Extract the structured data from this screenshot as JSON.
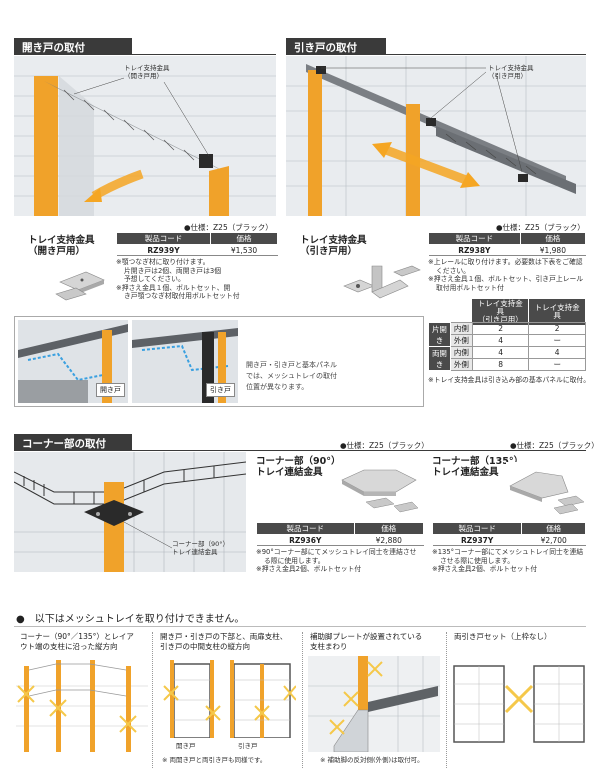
{
  "sec1": {
    "title": "開き戸の取付",
    "callout": [
      "トレイ支持金具",
      "（開き戸用）"
    ],
    "spec": "●仕様：Z25（ブラック）",
    "product_title": [
      "トレイ支持金具",
      "（開き戸用）"
    ],
    "table_headers": [
      "製品コード",
      "価格"
    ],
    "code": "RZ939Y",
    "price": "¥1,530",
    "notes": [
      "※顎つなぎ材に取り付けます。",
      "片開き戸は2個、両開き戸は3個",
      "予想してください。",
      "※押さえ金具１個、ボルトセット、開",
      "き戸顎つなぎ材取付用ボルトセット付"
    ]
  },
  "sec2": {
    "title": "引き戸の取付",
    "callout": [
      "トレイ支持金具",
      "（引き戸用）"
    ],
    "spec": "●仕様：Z25（ブラック）",
    "product_title": [
      "トレイ支持金具",
      "（引き戸用）"
    ],
    "table_headers": [
      "製品コード",
      "価格"
    ],
    "code": "RZ938Y",
    "price": "¥1,980",
    "notes": [
      "※上レールに取り付けます。必要数は下表をご確認",
      "ください。",
      "※押さえ金具１個、ボルトセット、引き戸上レール",
      "取付用ボルトセット付"
    ],
    "matrix": {
      "col1": [
        "トレイ支持金具",
        "（引き戸用）"
      ],
      "col2": "トレイ支持金具",
      "rows": [
        {
          "group": "片開き",
          "side": "内側",
          "a": "2",
          "b": "2"
        },
        {
          "group": "",
          "side": "外側",
          "a": "4",
          "b": "ー"
        },
        {
          "group": "両開き",
          "side": "内側",
          "a": "4",
          "b": "4"
        },
        {
          "group": "",
          "side": "外側",
          "a": "8",
          "b": "ー"
        }
      ],
      "note": "※トレイ支持金具は引き込み部の基本パネルに取付。"
    }
  },
  "compare": {
    "tag1": "開き戸",
    "tag2": "引き戸",
    "text": [
      "開き戸・引き戸と基本パネル",
      "では、メッシュトレイの取付",
      "位置が異なります。"
    ]
  },
  "sec3": {
    "title": "コーナー部の取付",
    "callout": [
      "コーナー部（90°）",
      "トレイ連結金具"
    ],
    "p1": {
      "spec": "●仕様：Z25（ブラック）",
      "title": [
        "コーナー部（90°）",
        "トレイ連結金具"
      ],
      "headers": [
        "製品コード",
        "価格"
      ],
      "code": "RZ936Y",
      "price": "¥2,880",
      "notes": [
        "※90°コーナー部にてメッシュトレイ同士を連結させ",
        "る際に使用します。",
        "※押さえ金具2個、ボルトセット付"
      ]
    },
    "p2": {
      "spec": "●仕様：Z25（ブラック）",
      "title": [
        "コーナー部（135°）",
        "トレイ連結金具"
      ],
      "headers": [
        "製品コード",
        "価格"
      ],
      "code": "RZ937Y",
      "price": "¥2,700",
      "notes": [
        "※135°コーナー部にてメッシュトレイ同士を連結",
        "させる際に使用します。",
        "※押さえ金具2個、ボルトセット付"
      ]
    }
  },
  "bottom": {
    "heading": "●　以下はメッシュトレイを取り付けできません。",
    "c1": {
      "title": [
        "コーナー（90°／135°）とレイア",
        "ウト端の支柱に沿った縦方向"
      ]
    },
    "c2": {
      "title": [
        "開き戸・引き戸の下部と、両扉支柱、",
        "引き戸の中間支柱の縦方向"
      ],
      "label_a": "開き戸",
      "label_b": "引き戸",
      "note": "※ 両開き戸と両引き戸も同様です。"
    },
    "c3": {
      "title": [
        "補助脚プレートが設置されている",
        "支柱まわり"
      ],
      "note": "※ 補助脚の反対側(外側)は取付可。"
    },
    "c4": {
      "title": [
        "両引き戸セット（上枠なし）"
      ]
    }
  },
  "colors": {
    "header": "#3a3a3a",
    "accent": "#f5a623",
    "mark": "#f5c84a"
  }
}
